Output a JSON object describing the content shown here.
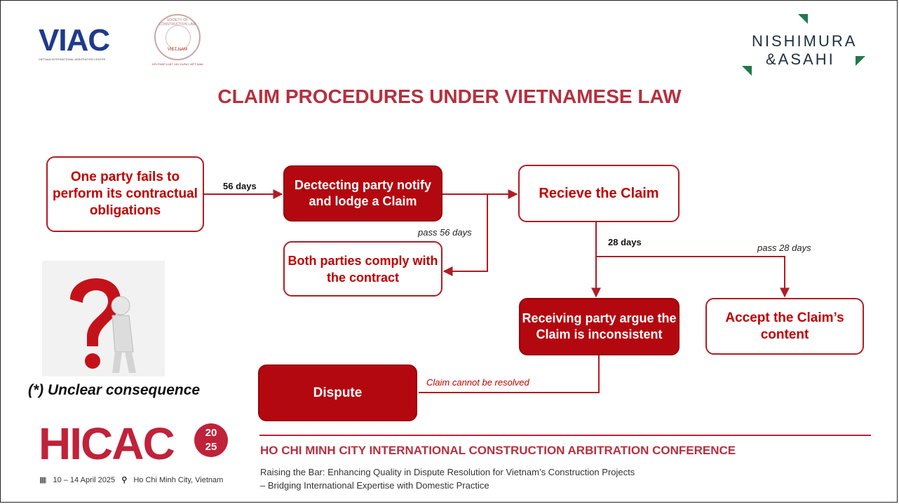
{
  "logos": {
    "viac_word": "VIAC",
    "viac_sub": "VIETNAM INTERNATIONAL ARBITRATION CENTRE",
    "seal_top": "SOCIETY OF CONSTRUCTION LAW",
    "seal_mid": "VIET NAM",
    "seal_sub": "HỘI PHÁP LUẬT XÂY DỰNG VIỆT NAM",
    "na_line1": "NISHIMURA",
    "na_line2": "&ASAHI"
  },
  "title": "CLAIM PROCEDURES UNDER VIETNAMESE LAW",
  "flow": {
    "fail": "One party fails to perform its contractual obligations",
    "detect": "Dectecting party notify and lodge a Claim",
    "receive": "Recieve the Claim",
    "comply": "Both parties comply with the contract",
    "arguing": "Receiving party argue the Claim is inconsistent",
    "accept": "Accept the Claim’s content",
    "dispute": "Dispute",
    "label_56": "56 days",
    "label_pass56": "pass 56 days",
    "label_28": "28 days",
    "label_pass28": "pass 28 days",
    "label_unresolved": "Claim cannot be resolved"
  },
  "unclear": "(*) Unclear consequence",
  "footer": {
    "hicaco": "HICAC",
    "year_top": "20",
    "year_bottom": "25",
    "dates": "10 – 14 April 2025",
    "location": "Ho Chi Minh City, Vietnam",
    "conference": "HO CHI MINH CITY INTERNATIONAL CONSTRUCTION ARBITRATION CONFERENCE",
    "sub1": "Raising the Bar: Enhancing Quality in Dispute Resolution for Vietnam’s Construction Projects",
    "sub2": "– Bridging International Expertise with Domestic Practice"
  },
  "colors": {
    "brand_red": "#b3080f",
    "title_red": "#b5303f",
    "viac_blue": "#1f3a8a",
    "na_green": "#1f7a4a"
  }
}
